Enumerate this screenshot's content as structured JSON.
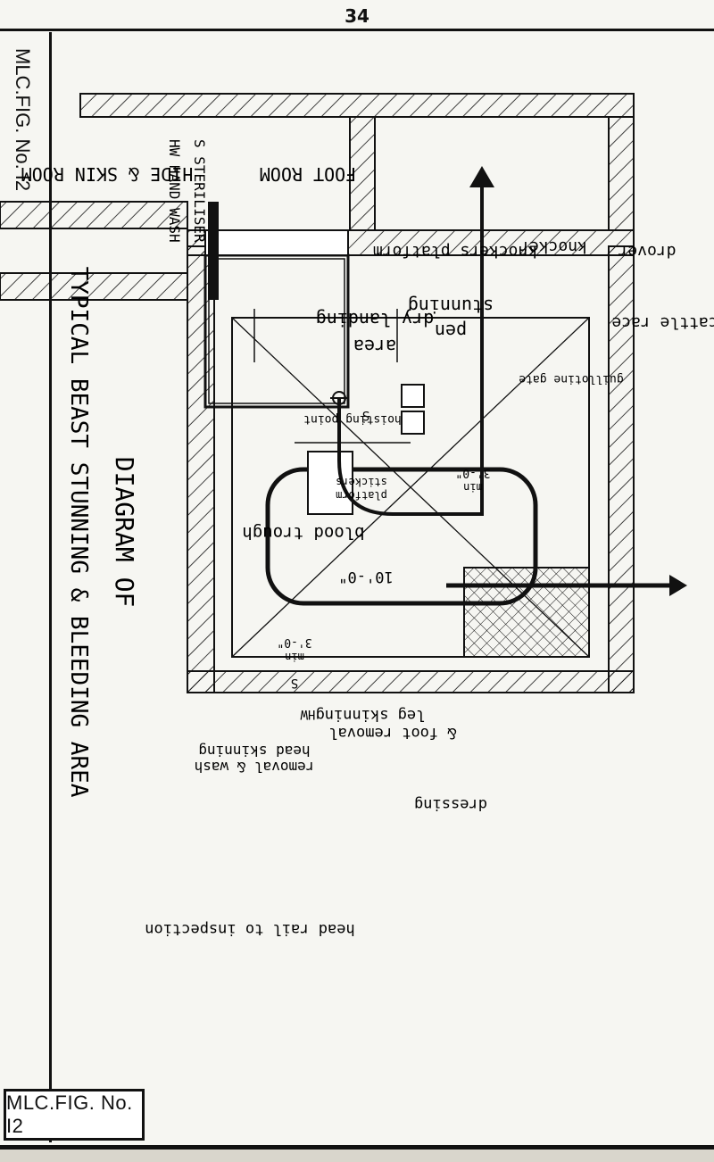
{
  "page": {
    "number": "34",
    "figure_label": "MLC.FIG. No. I2"
  },
  "title": {
    "line1": "DIAGRAM  OF",
    "line2": "TYPICAL  BEAST  STUNNING  &  BLEEDING  AREA"
  },
  "rooms": {
    "foot_room": "FOOT  ROOM",
    "hide_skin_room": "HIDE  &  SKIN  ROOM"
  },
  "labels": {
    "drover": "drover",
    "cattle_race": "cattle  race",
    "guillotine_gate": "guillotine gate",
    "knocker": "knocker",
    "knockers_platform": "knockers  platform",
    "stunning_pen": "stunning",
    "stunning_pen_2": "pen",
    "dry_landing_area": "dry  landing",
    "dry_landing_area_2": "area",
    "hoisting_point": "hoisting point",
    "stickers_platform": "stickers",
    "stickers_platform_2": "platform",
    "blood_trough": "blood  trough",
    "leg_skinning": "leg skinning",
    "foot_removal": "& foot  removal",
    "dressing": "dressing",
    "head_skinning": "head skinning",
    "removal_wash": "removal & wash",
    "head_rail": "head rail  to inspection",
    "dim_min_1": "3'-0\"",
    "dim_min_1_b": "min",
    "dim_min_2": "3'-0\"",
    "dim_min_2_b": "min",
    "dim_10": "10'-0\"",
    "s_marker": "S",
    "hw_marker": "HW",
    "s_marker_2": "S"
  },
  "legend": {
    "sterilizer": "S    STERILISER",
    "hand_wash": "HW  HAND  WASH"
  },
  "colors": {
    "ink": "#111111",
    "paper": "#f6f6f2"
  }
}
